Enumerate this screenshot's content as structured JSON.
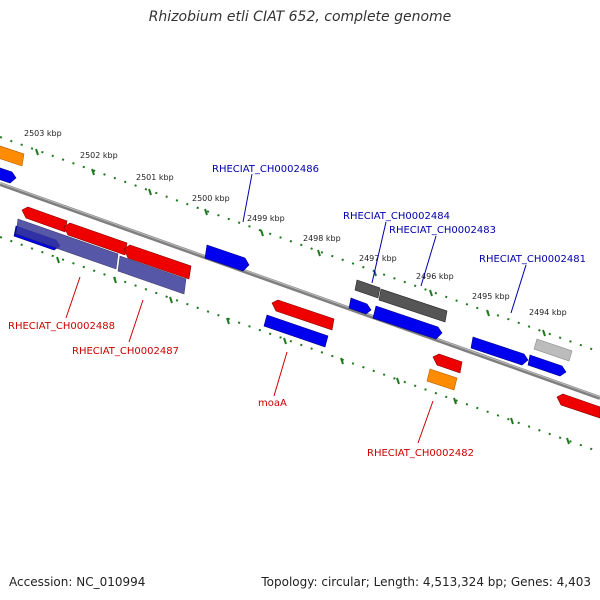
{
  "title": "Rhizobium etli CIAT 652, complete genome",
  "footer": {
    "accession": "Accession: NC_010994",
    "summary": "Topology: circular; Length: 4,513,324 bp; Genes: 4,403"
  },
  "colors": {
    "background": "#ffffff",
    "backbone": "#7f7f7f",
    "tick": "#1f7a1f",
    "forward_gene": "#0000ee",
    "reverse_gene": "#ee0000",
    "other_gene": "#ff8c00",
    "pseudo_gene": "#666666",
    "forward_label": "#0000aa",
    "reverse_label": "#cc0000"
  },
  "kbp_ticks": [
    "2503 kbp",
    "2502 kbp",
    "2501 kbp",
    "2500 kbp",
    "2499 kbp",
    "2498 kbp",
    "2497 kbp",
    "2496 kbp",
    "2495 kbp",
    "2494 kbp"
  ],
  "gene_labels": {
    "forward": [
      "RHECIAT_CH0002486",
      "RHECIAT_CH0002484",
      "RHECIAT_CH0002483",
      "RHECIAT_CH0002481"
    ],
    "reverse": [
      "RHECIAT_CH0002488",
      "RHECIAT_CH0002487",
      "moaA",
      "RHECIAT_CH0002482"
    ]
  }
}
